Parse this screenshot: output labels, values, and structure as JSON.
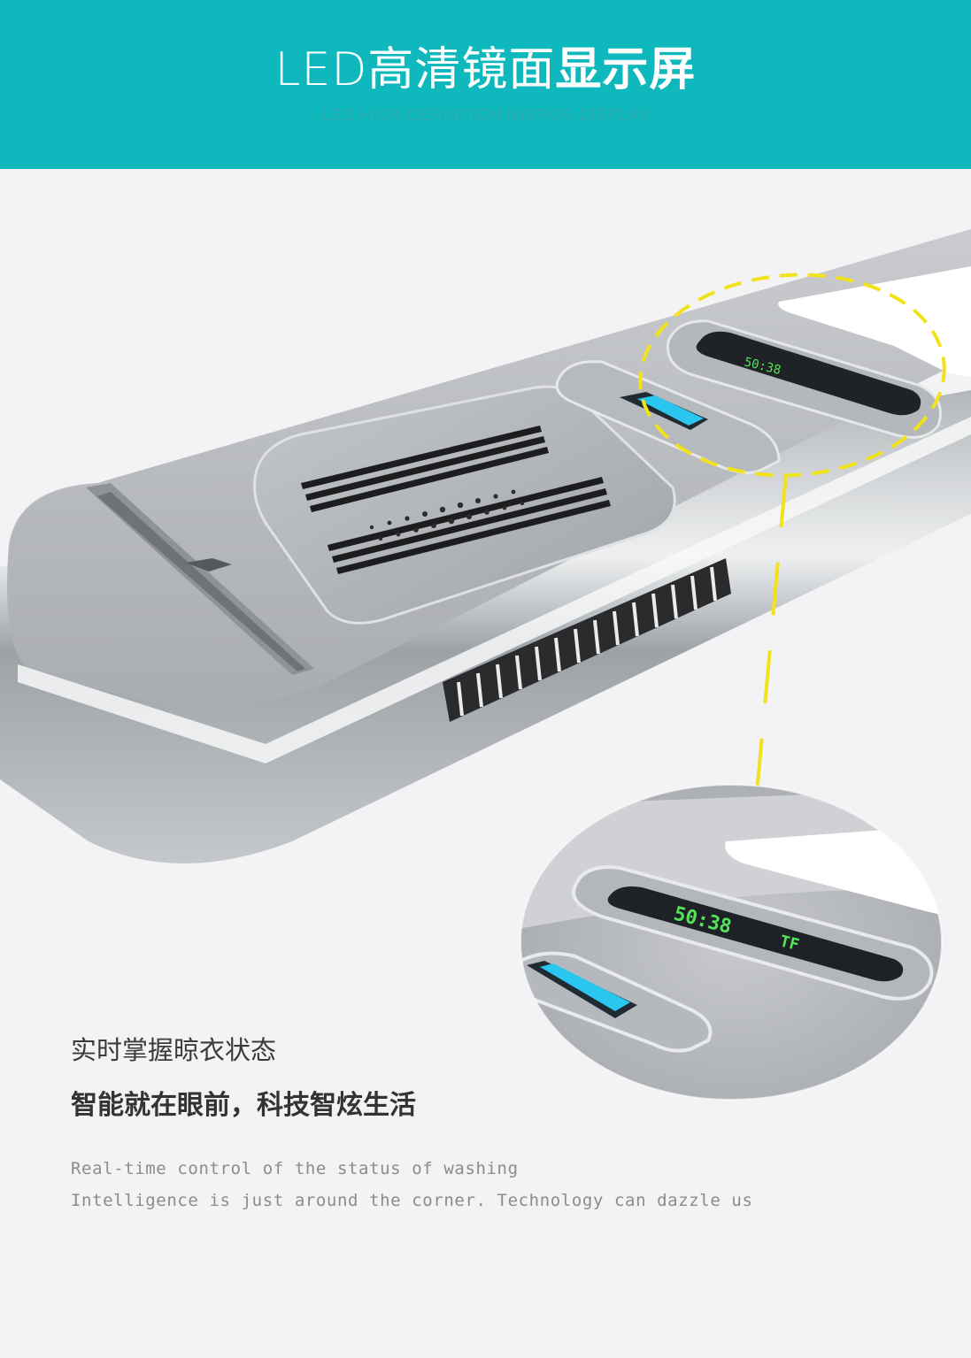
{
  "header": {
    "title_light": "LED高清镜面",
    "title_bold": "显示屏",
    "subtitle": "LED HIGH-DEFINITION MIRROR DISPLAY",
    "background_color": "#0fb8bd"
  },
  "display": {
    "digits": "50:38",
    "unit": "TF"
  },
  "body_text": {
    "line1_cn": "实时掌握晾衣状态",
    "line2_cn": "智能就在眼前，科技智炫生活",
    "line1_en": "Real-time control of the status of washing",
    "line2_en": "Intelligence is just around the corner. Technology can dazzle us"
  },
  "colors": {
    "highlight": "#f1e21b",
    "display_green": "#55e35a",
    "indicator_blue": "#29c6f0"
  }
}
